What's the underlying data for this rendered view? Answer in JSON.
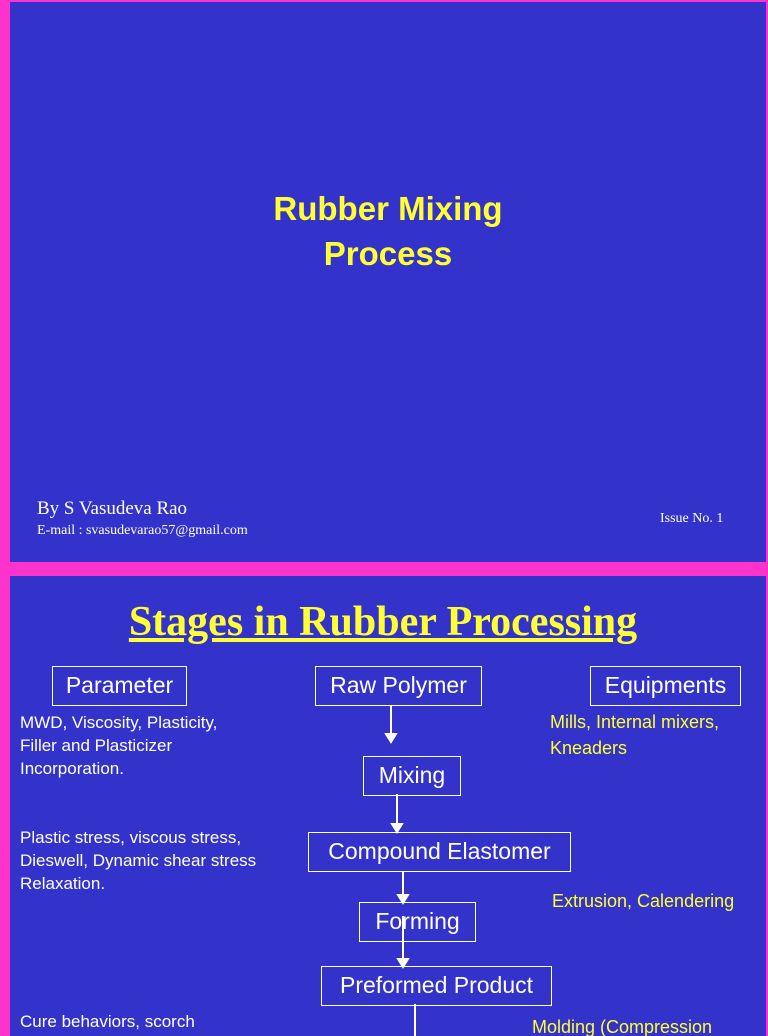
{
  "slide1": {
    "title_line1": "Rubber Mixing",
    "title_line2": "Process",
    "author": "By S Vasudeva Rao",
    "email": "E-mail : svasudevarao57@gmail.com",
    "issue": "Issue No. 1"
  },
  "slide2": {
    "title": "Stages in Rubber Processing",
    "headers": {
      "parameter": "Parameter",
      "raw_polymer": "Raw Polymer",
      "equipments": "Equipments"
    },
    "flow": {
      "mixing": "Mixing",
      "compound": "Compound Elastomer",
      "forming": "Forming",
      "preformed": "Preformed Product"
    },
    "parameters": {
      "p1": [
        "MWD, Viscosity, Plasticity,",
        "Filler and Plasticizer",
        "Incorporation."
      ],
      "p2": [
        "Plastic stress, viscous stress,",
        "Dieswell, Dynamic shear stress",
        "Relaxation."
      ],
      "p3": [
        "Cure behaviors, scorch"
      ]
    },
    "equipments": {
      "e1": [
        "Mills, Internal mixers,",
        "Kneaders"
      ],
      "e2": [
        "Extrusion, Calendering"
      ],
      "e3": [
        "Molding (Compression"
      ]
    }
  },
  "colors": {
    "background_border": "#ff33cc",
    "slide_background": "#3333cc",
    "title_yellow": "#ffff33",
    "text_white": "#ffffff"
  }
}
